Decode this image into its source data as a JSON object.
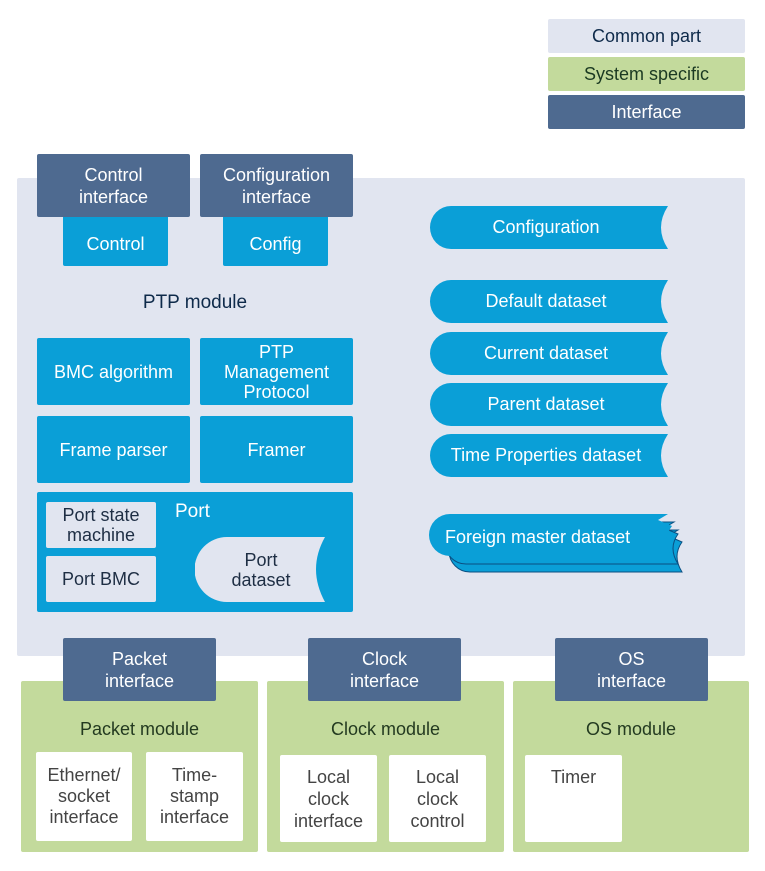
{
  "legend": {
    "common": "Common part",
    "system": "System specific",
    "interface": "Interface"
  },
  "colors": {
    "common": "#e1e5f0",
    "system_specific": "#c3da9c",
    "interface": "#4e6a90",
    "ptp_block": "#0a9fd7"
  },
  "ptp": {
    "control_interface": "Control\ninterface",
    "configuration_interface": "Configuration\ninterface",
    "control": "Control",
    "config": "Config",
    "module_title": "PTP module",
    "bmc_algorithm": "BMC algorithm",
    "management_protocol": "PTP\nManagement\nProtocol",
    "frame_parser": "Frame parser",
    "framer": "Framer",
    "port": {
      "title": "Port",
      "state_machine": "Port state\nmachine",
      "bmc": "Port BMC",
      "dataset": "Port\ndataset"
    },
    "datasets": [
      "Configuration",
      "Default dataset",
      "Current dataset",
      "Parent dataset",
      "Time Properties dataset"
    ],
    "foreign_master_dataset": "Foreign master dataset"
  },
  "modules": {
    "packet": {
      "interface": "Packet\ninterface",
      "title": "Packet module",
      "items": [
        "Ethernet/\nsocket\ninterface",
        "Time-\nstamp\ninterface"
      ]
    },
    "clock": {
      "interface": "Clock\ninterface",
      "title": "Clock module",
      "items": [
        "Local\nclock\ninterface",
        "Local\nclock\ncontrol"
      ]
    },
    "os": {
      "interface": "OS\ninterface",
      "title": "OS module",
      "items": [
        "Timer"
      ]
    }
  }
}
